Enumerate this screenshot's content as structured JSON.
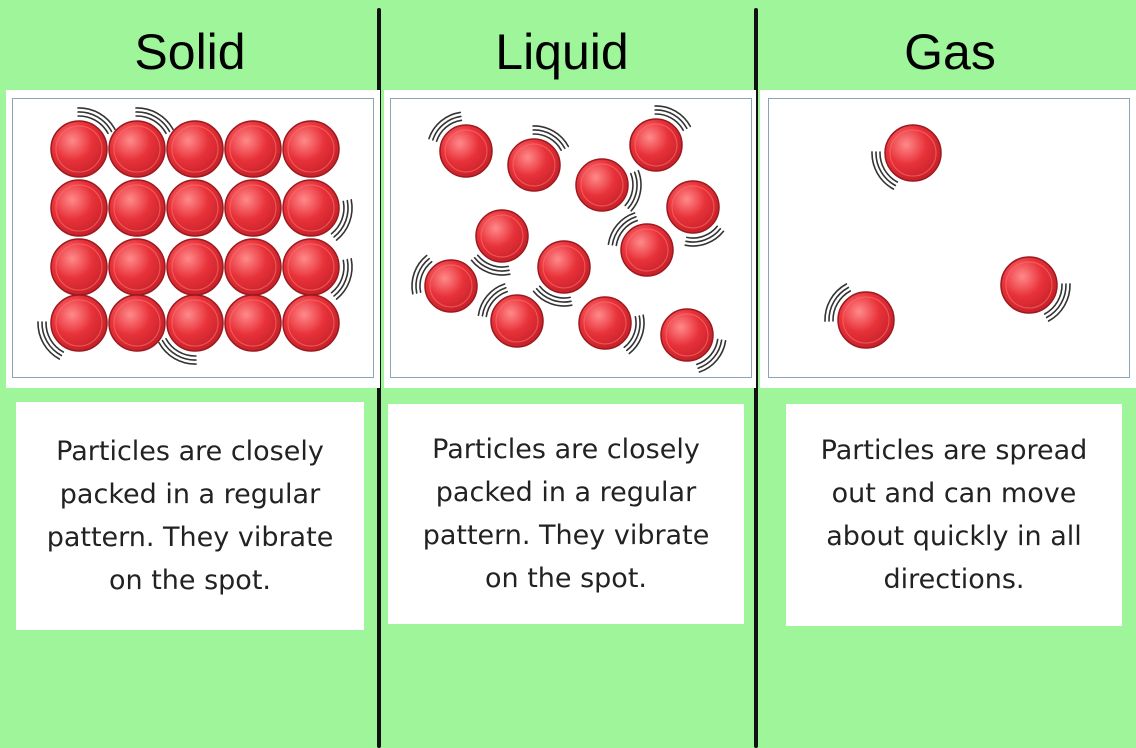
{
  "states": [
    {
      "key": "solid",
      "title": "Solid",
      "description": "Particles are closely packed in a regular pattern. They vibrate on the spot."
    },
    {
      "key": "liquid",
      "title": "Liquid",
      "description": "Particles are closely packed in a regular pattern. They vibrate on the spot."
    },
    {
      "key": "gas",
      "title": "Gas",
      "description": "Particles are spread out and can move about quickly in all directions."
    }
  ],
  "colors": {
    "background": "#9ef59a",
    "particle": "#e8323a",
    "particle_highlight": "#ff8a8a",
    "particle_outline": "#9a1a1f",
    "divider": "#111111"
  }
}
